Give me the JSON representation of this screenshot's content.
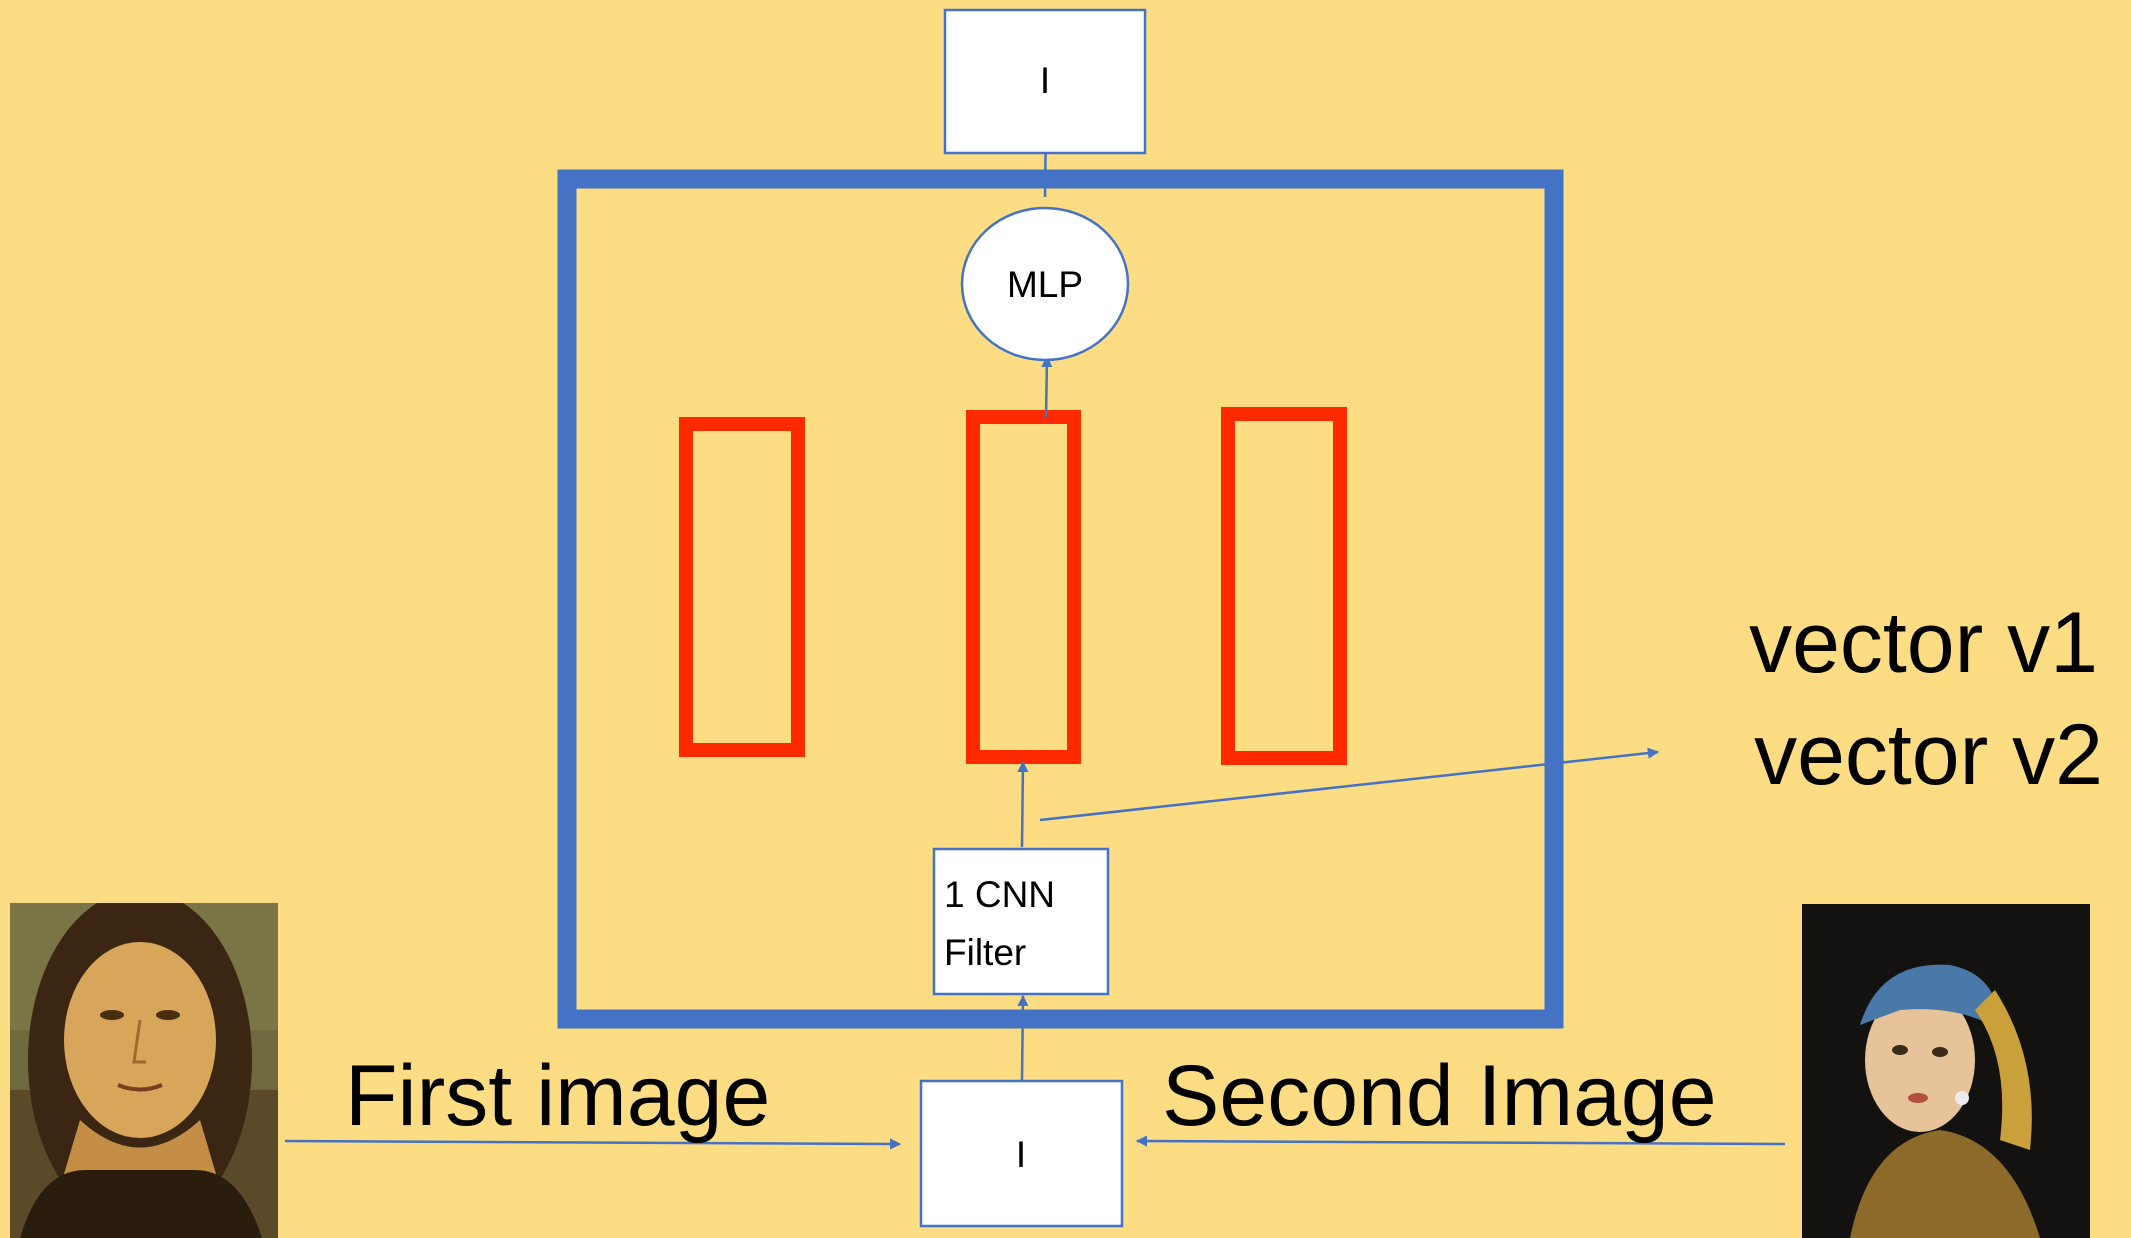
{
  "colors": {
    "background": "#FDDD83",
    "outer_frame": "#4472C4",
    "feature_map": "#FF2A00",
    "arrow": "#4472C4",
    "node_fill": "#FFFFFF"
  },
  "nodes": {
    "output_box": "I",
    "mlp": "MLP",
    "cnn_filter_line1": "1 CNN",
    "cnn_filter_line2": "Filter",
    "input_box": "I"
  },
  "labels": {
    "vector_v1": "vector v1",
    "vector_v2": "vector v2",
    "first_image": "First image",
    "second_image": "Second Image"
  },
  "images": {
    "first": "mona-lisa-portrait",
    "second": "girl-with-pearl-earring-portrait"
  }
}
